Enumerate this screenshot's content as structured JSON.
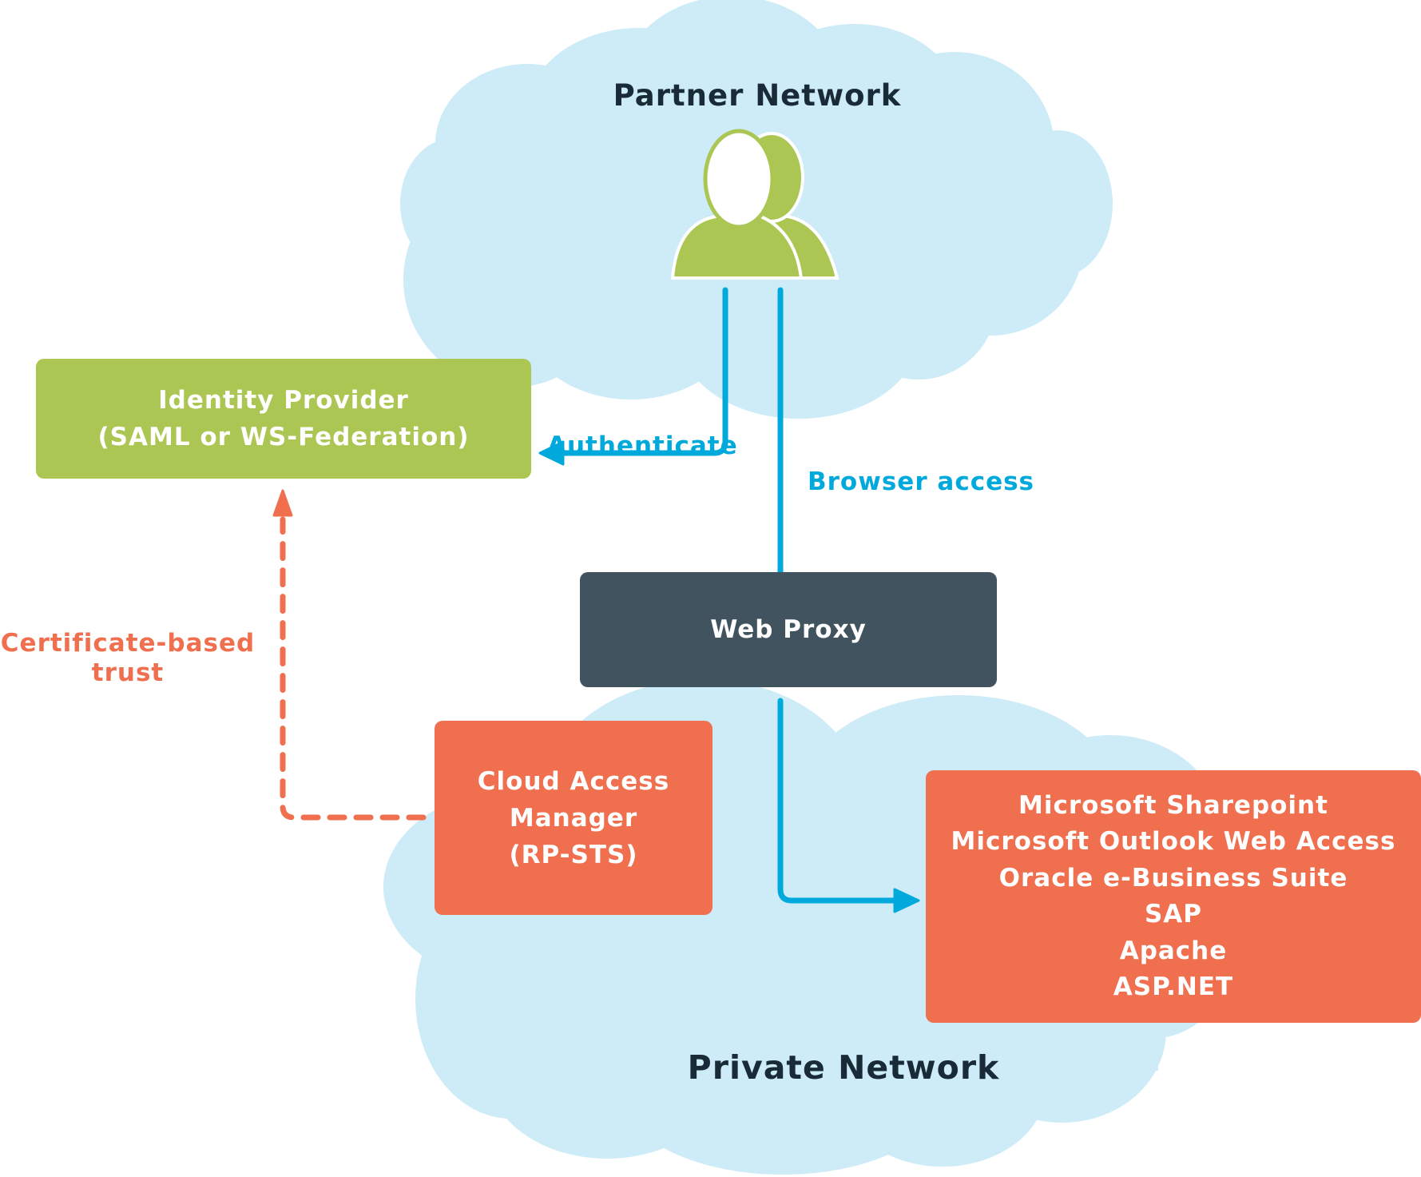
{
  "diagram": {
    "clouds": {
      "partner": {
        "title": "Partner Network"
      },
      "private": {
        "title": "Private Network"
      }
    },
    "nodes": {
      "identity_provider": {
        "lines": [
          "Identity Provider",
          "(SAML or WS-Federation)"
        ]
      },
      "web_proxy": {
        "lines": [
          "Web Proxy"
        ]
      },
      "cloud_access_manager": {
        "lines": [
          "Cloud Access",
          "Manager",
          "(RP-STS)"
        ]
      },
      "applications": {
        "lines": [
          "Microsoft Sharepoint",
          "Microsoft Outlook Web Access",
          "Oracle e-Business Suite",
          "SAP",
          "Apache",
          "ASP.NET"
        ]
      }
    },
    "edges": {
      "authenticate": {
        "label": "Authenticate",
        "from": "users",
        "to": "identity_provider",
        "style": "solid"
      },
      "browser_access": {
        "label": "Browser access",
        "from": "users",
        "to": "web_proxy",
        "style": "solid"
      },
      "proxy_to_apps": {
        "label": "",
        "from": "web_proxy",
        "to": "applications",
        "style": "solid"
      },
      "certificate_trust": {
        "lines": [
          "Certificate-based",
          "trust"
        ],
        "from": "cloud_access_manager",
        "to": "identity_provider",
        "style": "dashed"
      }
    },
    "icons": {
      "users": "users-group-icon"
    },
    "colors": {
      "cloud": "#CDECF7",
      "green": "#ABC653",
      "orange": "#EF6F4F",
      "dark": "#41535E",
      "blue": "#00A9DB",
      "title_text": "#1A2B38"
    }
  }
}
